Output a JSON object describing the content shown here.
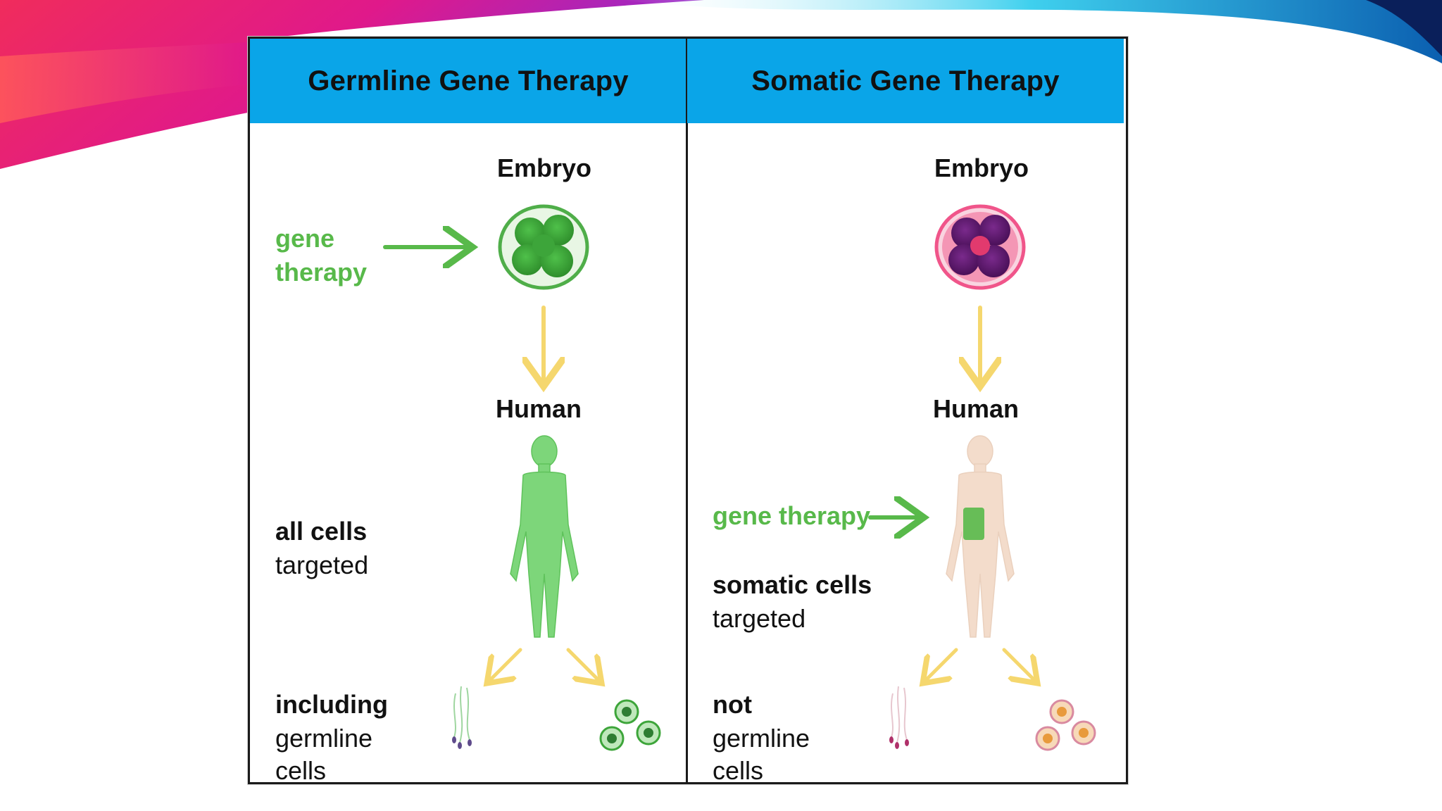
{
  "slide": {
    "decoration": {
      "left_ribbon_colors": [
        "#7a2cd6",
        "#e0198a",
        "#f0365f",
        "#ff4d4d"
      ],
      "right_ribbon_colors": [
        "#1fc6e8",
        "#0b5fb0",
        "#0a1f5a"
      ]
    }
  },
  "diagram": {
    "colors": {
      "header": "#0aa5e8",
      "green": "#58b94a",
      "yellow_arrow": "#f5d76e",
      "body_green": "#7dd67a",
      "body_skin": "#f3dccb",
      "embryo_green": "#3da53a",
      "embryo_purple": "#5a1a6e",
      "embryo_pink": "#f0558a"
    },
    "panels": [
      {
        "title": "Germline Gene Therapy",
        "embryo_label": "Embryo",
        "human_label": "Human",
        "gene_therapy_line1": "gene",
        "gene_therapy_line2": "therapy",
        "cells_bold": "all cells",
        "cells_rest": "targeted",
        "germline_bold": "including",
        "germline_line2": "germline",
        "germline_line3": "cells",
        "icons": [
          "embryo-green-icon",
          "human-green-icon",
          "sperm-icon",
          "egg-cells-green-icon"
        ]
      },
      {
        "title": "Somatic Gene Therapy",
        "embryo_label": "Embryo",
        "human_label": "Human",
        "gene_therapy_line1": "gene therapy",
        "cells_bold": "somatic cells",
        "cells_rest": "targeted",
        "germline_bold": "not",
        "germline_line2": "germline",
        "germline_line3": "cells",
        "icons": [
          "embryo-purple-icon",
          "human-skin-icon",
          "sperm-icon",
          "egg-cells-orange-icon"
        ]
      }
    ]
  }
}
